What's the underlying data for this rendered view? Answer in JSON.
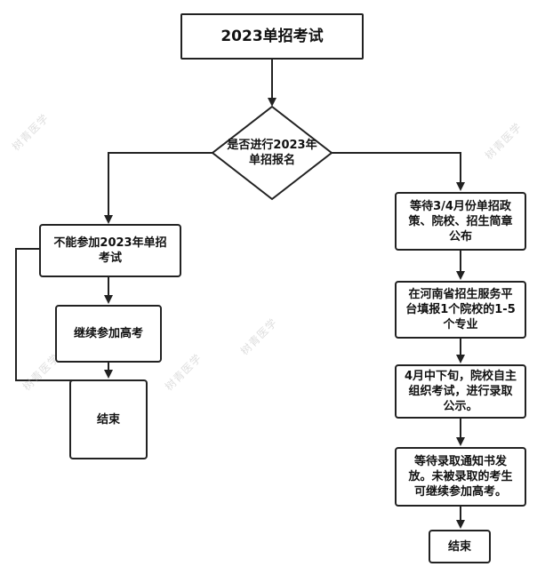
{
  "watermark": "树青医学",
  "nodes": {
    "start": "2023单招考试",
    "decision": "是否进行2023年\n单招报名",
    "no_enroll": "不能参加2023年单招\n考试",
    "gaokao": "继续参加高考",
    "end_left": "结束",
    "wait_policy": "等待3/4月份单招政\n策、院校、招生简章\n公布",
    "register": "在河南省招生服务平\n台填报1个院校的1-5\n个专业",
    "exam": "4月中下旬，院校自主\n组织考试，进行录取\n公示。",
    "notice": "等待录取通知书发\n放。未被录取的考生\n可继续参加高考。",
    "end_right": "结束"
  }
}
